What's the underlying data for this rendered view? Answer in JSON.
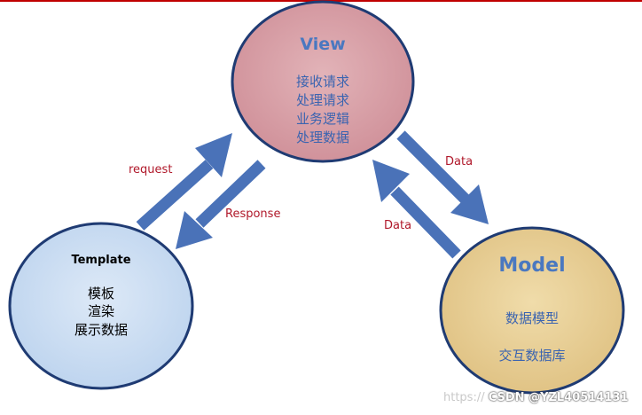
{
  "view": {
    "title": "View",
    "lines": [
      "接收请求",
      "处理请求",
      "业务逻辑",
      "处理数据"
    ]
  },
  "template": {
    "title": "Template",
    "lines": [
      "模板",
      "渲染",
      "展示数据"
    ]
  },
  "model": {
    "title": "Model",
    "lines": [
      "数据模型",
      "交互数据库"
    ]
  },
  "arrows": {
    "request": "request",
    "response": "Response",
    "data_to_model": "Data",
    "data_to_view": "Data"
  },
  "watermark": {
    "faint": "https://",
    "source": "CSDN @YZL40514131"
  },
  "colors": {
    "view_fill": "#d9a1a8",
    "template_fill": "#cfe1f5",
    "model_fill": "#ecd6a0",
    "circle_stroke": "#1f3b73",
    "arrow": "#4a72b8",
    "title_text": "#4a78c0",
    "body_text": "#3b64b0",
    "label_text": "#b0182a"
  }
}
